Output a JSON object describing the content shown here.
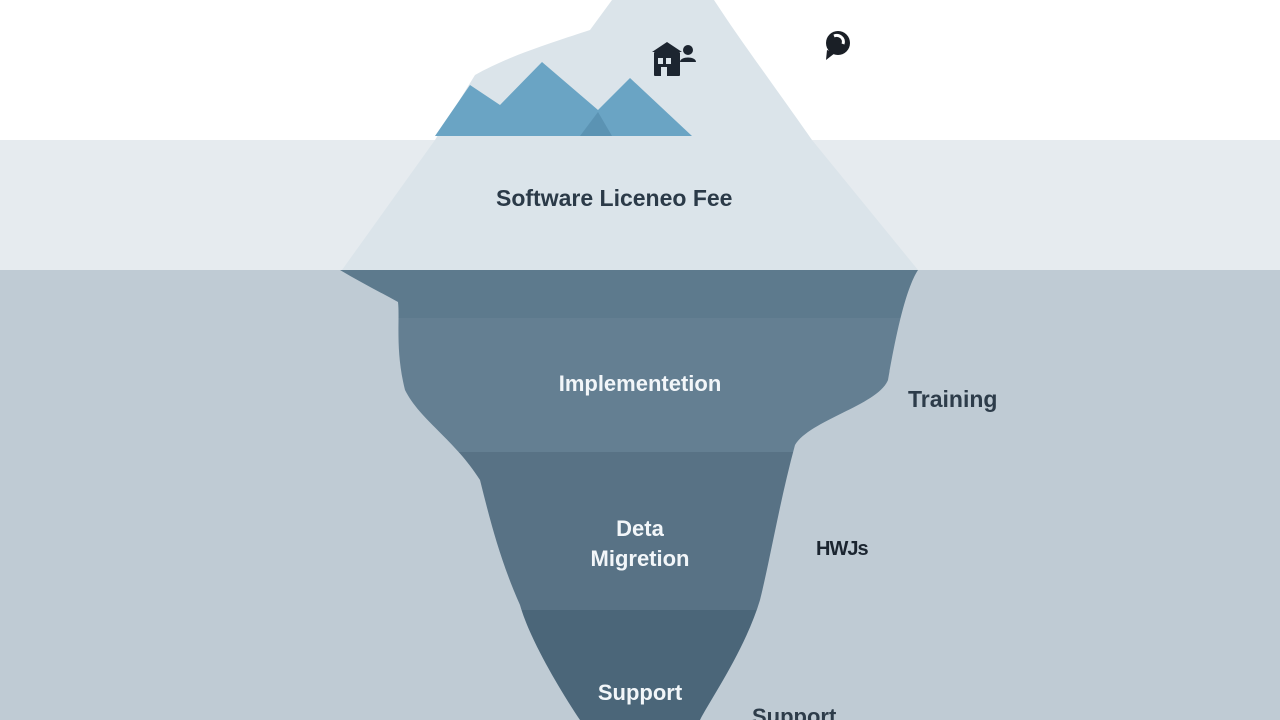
{
  "labels": {
    "top": "Software Liceneo Fee",
    "layer1": "Implementetion",
    "layer2_line1": "Deta",
    "layer2_line2": "Migretion",
    "layer3": "Support",
    "side1": "Training",
    "side2": "HWJs",
    "side3": "Support"
  },
  "icons": [
    "store-people-icon",
    "speech-bubble-icon"
  ],
  "colors": {
    "sky": "#ffffff",
    "waterline_band": "#e6ebef",
    "water": "#bfcbd4",
    "ice_top": "#dbe4ea",
    "mountain": "#6aa4c4",
    "layer1": "#637f92",
    "layer2": "#556f82",
    "layer3": "#4b6679"
  }
}
